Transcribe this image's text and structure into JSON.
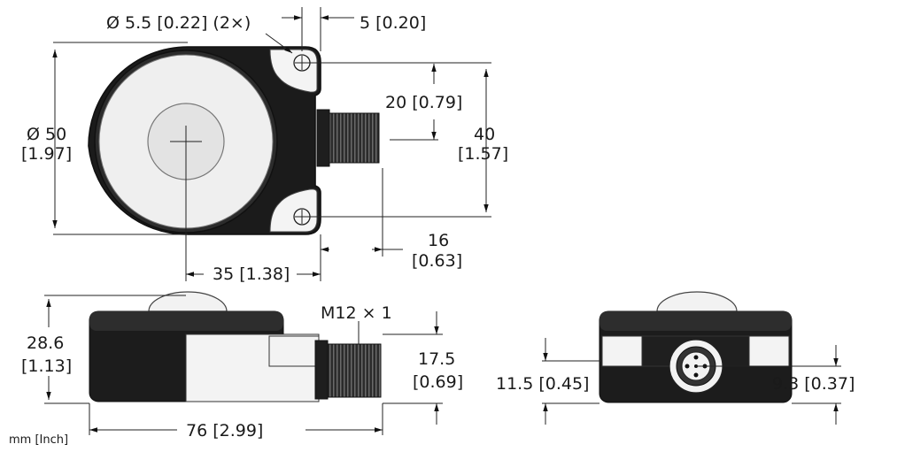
{
  "top_view": {
    "hole_dia": "Ø 5.5 [0.22] (2×)",
    "offset": "5 [0.20]",
    "body_dia_mm": "Ø 50",
    "body_dia_in": "[1.97]",
    "conn_offset": "20 [0.79]",
    "height_mm": "40",
    "height_in": "[1.57]",
    "conn_len_mm": "16",
    "conn_len_in": "[0.63]",
    "center_dist": "35 [1.38]"
  },
  "side_view": {
    "thread": "M12 × 1",
    "height_mm": "28.6",
    "height_in": "[1.13]",
    "conn_height_mm": "17.5",
    "conn_height_in": "[0.69]",
    "length": "76 [2.99]",
    "units": "mm [Inch]"
  },
  "front_view": {
    "base_height": "11.5 [0.45]",
    "conn_center": "9.3 [0.37]"
  }
}
